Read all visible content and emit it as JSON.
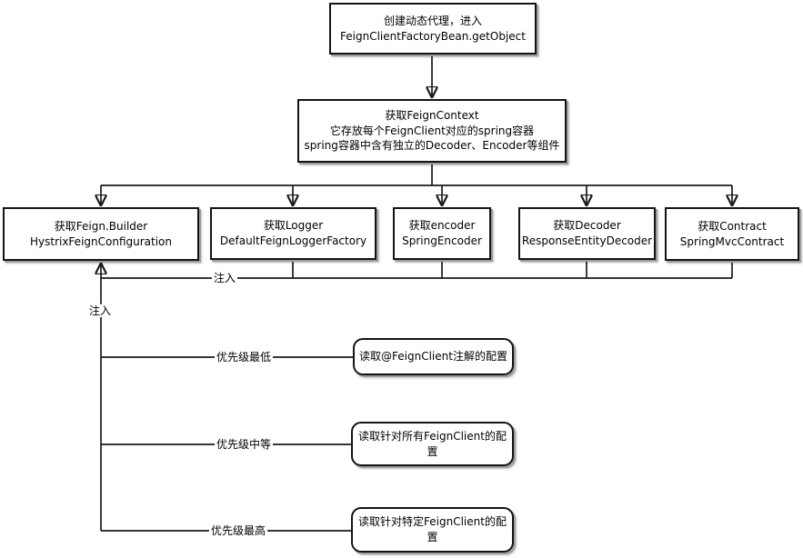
{
  "nodes": {
    "create_proxy": {
      "line1": "创建动态代理，进入",
      "line2": "FeignClientFactoryBean.getObject"
    },
    "feign_context": {
      "line1": "获取FeignContext",
      "line2": "它存放每个FeignClient对应的spring容器",
      "line3": "spring容器中含有独立的Decoder、Encoder等组件"
    },
    "feign_builder": {
      "line1": "获取Feign.Builder",
      "line2": "HystrixFeignConfiguration"
    },
    "logger": {
      "line1": "获取Logger",
      "line2": "DefaultFeignLoggerFactory"
    },
    "encoder": {
      "line1": "获取encoder",
      "line2": "SpringEncoder"
    },
    "decoder": {
      "line1": "获取Decoder",
      "line2": "ResponseEntityDecoder"
    },
    "contract": {
      "line1": "获取Contract",
      "line2": "SpringMvcContract"
    },
    "config_annotation": {
      "line1": "读取@FeignClient注解的配置"
    },
    "config_all": {
      "line1": "读取针对所有FeignClient的配",
      "line2": "置"
    },
    "config_specific": {
      "line1": "读取针对特定FeignClient的配",
      "line2": "置"
    }
  },
  "edge_labels": {
    "inject_row": "注入",
    "inject_vertical": "注入",
    "priority_lowest": "优先级最低",
    "priority_medium": "优先级中等",
    "priority_highest": "优先级最高"
  }
}
